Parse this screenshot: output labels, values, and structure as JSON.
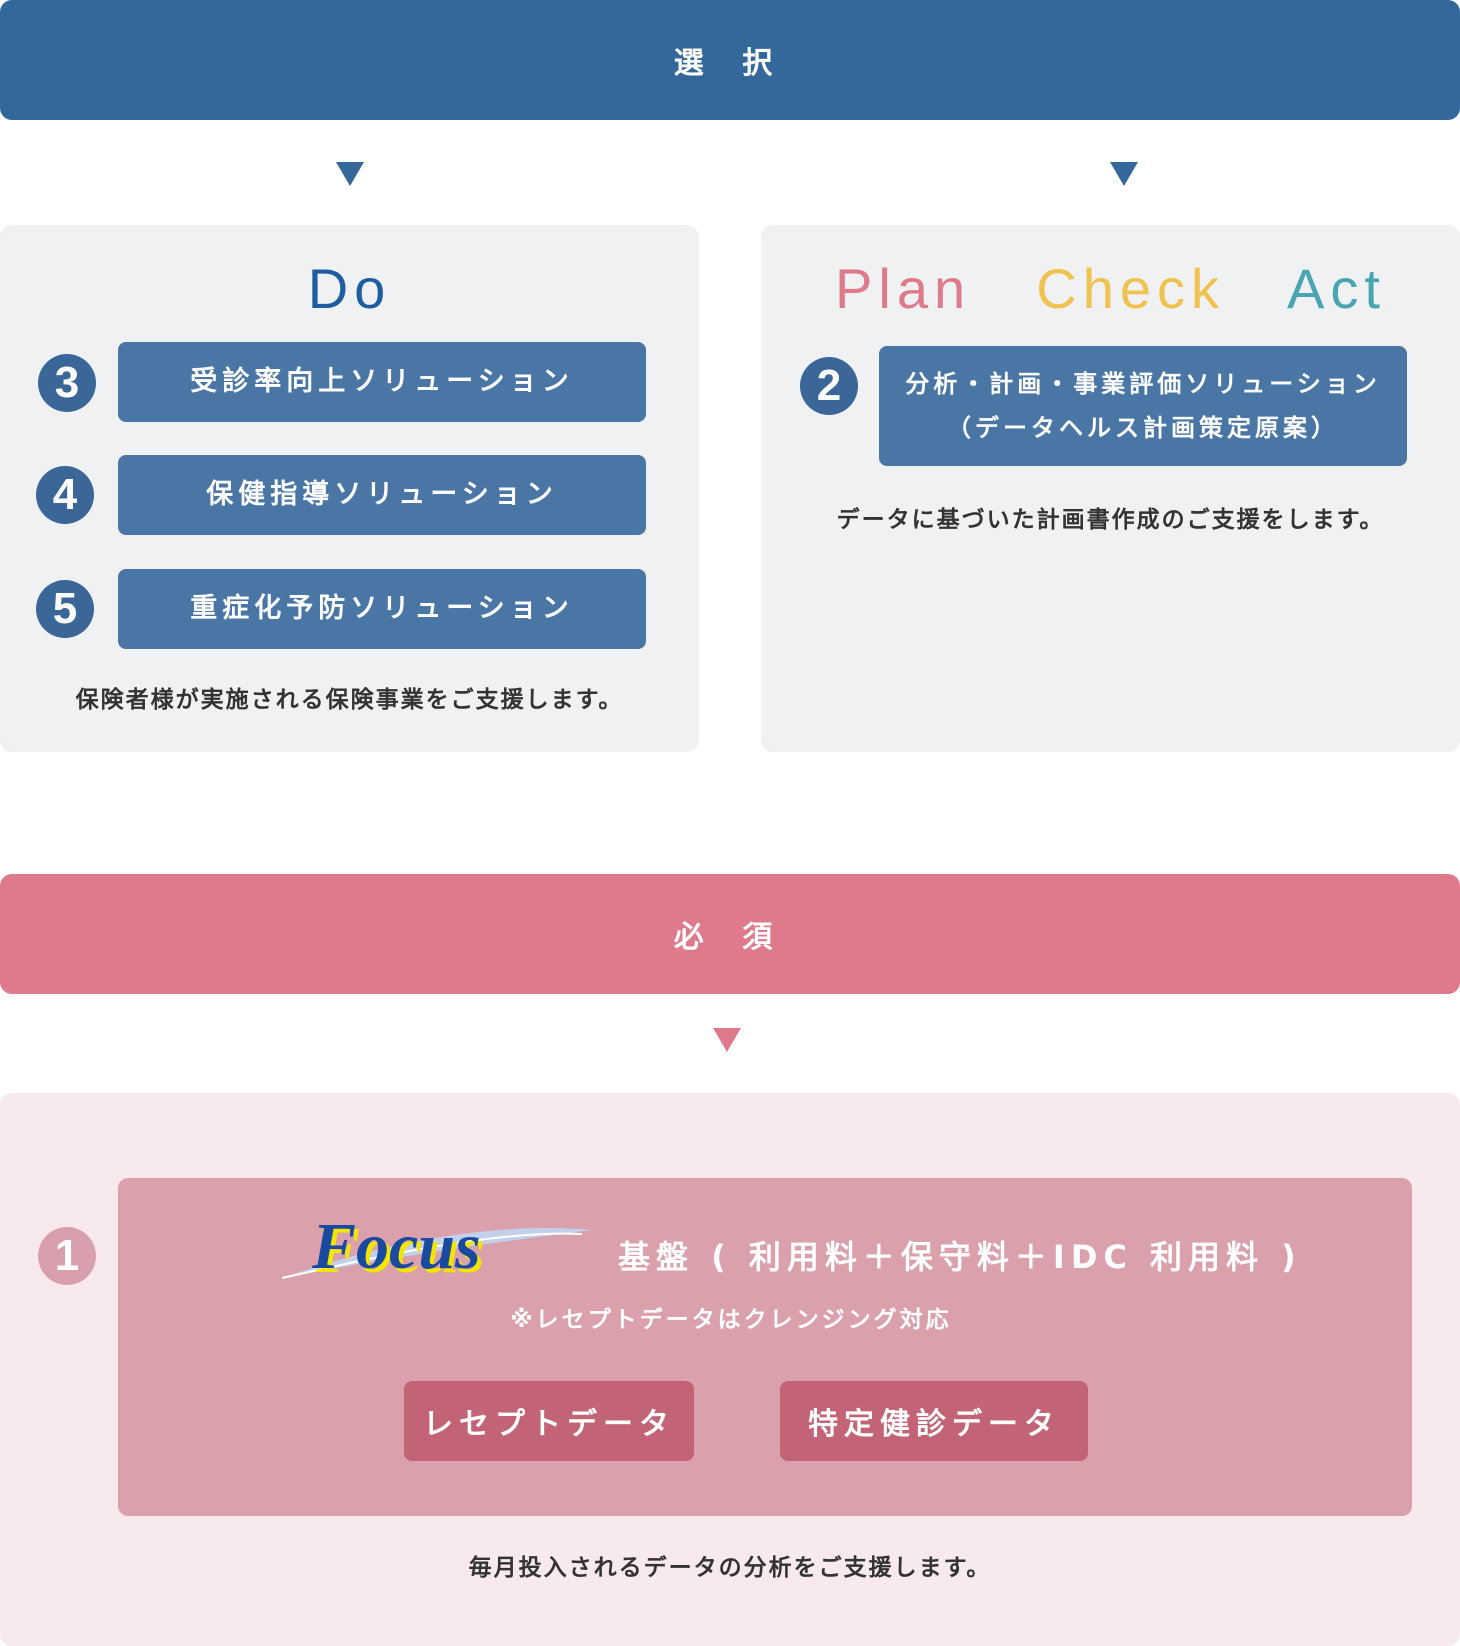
{
  "select_banner": {
    "label": "選 択",
    "color": "#34679a"
  },
  "do_panel": {
    "heading": "Do",
    "heading_color": "#1e5ea0",
    "items": [
      {
        "number": "3",
        "label": "受診率向上ソリューション"
      },
      {
        "number": "4",
        "label": "保健指導ソリューション"
      },
      {
        "number": "5",
        "label": "重症化予防ソリューション"
      }
    ],
    "caption": "保険者様が実施される保険事業をご支援します。"
  },
  "pca_panel": {
    "heading_plan": "Plan",
    "heading_check": "Check",
    "heading_act": "Act",
    "colors": {
      "plan": "#de7b8a",
      "check": "#f0c24e",
      "act": "#4aa5b2"
    },
    "item": {
      "number": "2",
      "line1": "分析・計画・事業評価ソリューション",
      "line2": "（データヘルス計画策定原案）"
    },
    "caption": "データに基づいた計画書作成のご支援をします。"
  },
  "required_banner": {
    "label": "必 須",
    "color": "#de7a8b"
  },
  "focus_panel": {
    "number": "1",
    "logo_text": "Focus",
    "title": "基盤 ( 利用料＋保守料＋IDC 利用料 )",
    "note": "※レセプトデータはクレンジング対応",
    "buttons": [
      "レセプトデータ",
      "特定健診データ"
    ],
    "caption": "毎月投入されるデータの分析をご支援します。"
  }
}
